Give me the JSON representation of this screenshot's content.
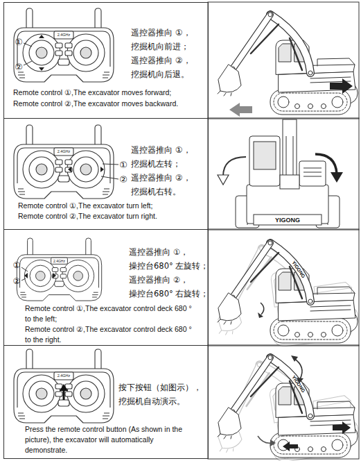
{
  "diagram": {
    "nodes": [
      {
        "text": [
          "遥控器推向 ①， 挖掘机向前进；",
          "遥控器推向 ②， 挖掘机向后退。",
          "Remote control ①,The excavator moves forward;",
          "Remote control ②,The excavator moves backward."
        ]
      },
      {
        "text": [
          "遥控器推向 ①， 挖掘机左转；",
          "遥控器推向 ②， 挖掘机右转。",
          "Remote control ①,The excavator turn left;",
          "Remote control ②,The excavator turn right."
        ]
      },
      {
        "text": [
          "遥控器推向 ①， 操控台680° 左旋转；",
          "遥控器推向 ②， 操控台680° 右旋转；",
          "Remote control ①,The excavator control deck 680 ° to the left;",
          "Remote control ②,The excavator control deck 680 ° to the right."
        ]
      },
      {
        "text": [
          "按下按钮（如图示）， 挖掘机自动演示。",
          "Press the remote control button (As shown in the picture), the excavator will automatically demonstrate."
        ]
      }
    ],
    "labels": [
      "①",
      "②",
      "2.4GHz",
      "2.4GHz",
      "①",
      "②",
      "YIGONG",
      "2.4GHz",
      "①",
      "②",
      "YIGONG",
      "2.4GHz",
      "YIGONG"
    ]
  }
}
